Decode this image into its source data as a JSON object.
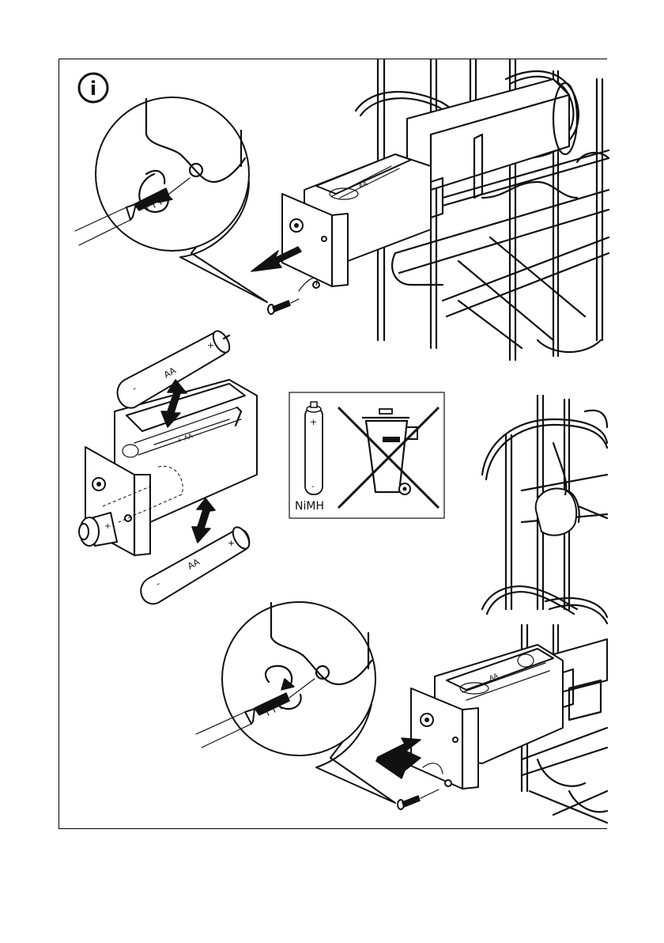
{
  "info_icon": {
    "glyph": "i",
    "name": "info-icon"
  },
  "battery_labels": {
    "battery_top": "AA",
    "battery_bottom": "AA",
    "battery_plus": "+",
    "battery_minus": "-",
    "holder_label": "+ AA"
  },
  "recycle_notice": {
    "battery_type": "NiMH",
    "plus_sign": "+",
    "minus_sign": "-",
    "bin_icon": "crossed-out-wheeled-bin-icon"
  },
  "steps": [
    {
      "name": "remove-battery-box",
      "arrow_direction": "out"
    },
    {
      "name": "replace-batteries",
      "arrow_direction": "up-down"
    },
    {
      "name": "insert-battery-box",
      "arrow_direction": "in"
    }
  ],
  "colors": {
    "line": "#111111",
    "background": "#ffffff"
  }
}
